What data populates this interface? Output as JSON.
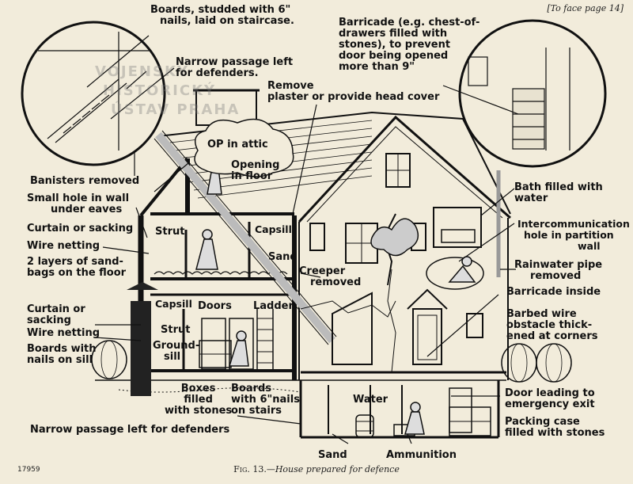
{
  "header": {
    "page_ref": "[To face page 14]"
  },
  "caption": {
    "fig": "Fig. 13.",
    "text": "House prepared for defence"
  },
  "print_number": "17959",
  "watermark": [
    "VOJENSKÝ",
    "HISTORICKÝ",
    "ÚSTAV PRAHA"
  ],
  "labels": {
    "boards_studded": [
      "Boards, studded with 6\"",
      "nails, laid on staircase."
    ],
    "narrow_passage_top": [
      "Narrow passage left",
      "for defenders."
    ],
    "barricade_chest": [
      "Barricade (e.g. chest-of-",
      "drawers filled with",
      "stones), to prevent",
      "door being opened",
      "more than 9\""
    ],
    "remove_plaster": [
      "Remove",
      "plaster or provide head cover"
    ],
    "op_attic": "OP in attic",
    "opening_floor": [
      "Opening",
      "in floor"
    ],
    "banisters": "Banisters removed",
    "small_hole": [
      "Small hole in wall",
      "under eaves"
    ],
    "curtain_top": "Curtain or sacking",
    "strut_top": "Strut",
    "capsill_top": "Capsill",
    "wire_netting_top": "Wire netting",
    "sandbags": [
      "2 layers of sand-",
      "bags on the floor"
    ],
    "sand_mid": "Sand",
    "creeper": [
      "Creeper",
      "removed"
    ],
    "bath": [
      "Bath filled with",
      "water"
    ],
    "intercom": [
      "Intercommunication",
      "hole in partition",
      "wall"
    ],
    "rainwater": [
      "Rainwater pipe",
      "removed"
    ],
    "barricade_inside": "Barricade inside",
    "curtain_low": [
      "Curtain or",
      "sacking"
    ],
    "wire_netting_low": "Wire netting",
    "capsill_low": "Capsill",
    "doors": "Doors",
    "ladder": "Ladder",
    "strut_low": "Strut",
    "groundsill": [
      "Ground-",
      "sill"
    ],
    "boards_sill": [
      "Boards with",
      "nails on sill"
    ],
    "barbed_wire": [
      "Barbed wire",
      "obstacle thick-",
      "ened at corners"
    ],
    "boxes": [
      "Boxes",
      "filled",
      "with stones"
    ],
    "boards_stairs": [
      "Boards",
      "with 6\"nails",
      "on stairs"
    ],
    "water": "Water",
    "door_emergency": [
      "Door leading to",
      "emergency exit"
    ],
    "packing_case": [
      "Packing case",
      "filled with stones"
    ],
    "narrow_passage_bottom": "Narrow passage left for defenders",
    "sand_bottom": "Sand",
    "ammunition": "Ammunition"
  }
}
